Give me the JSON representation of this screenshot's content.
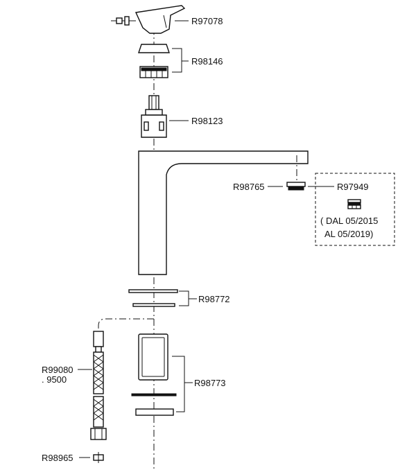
{
  "parts": {
    "handle": "R97078",
    "cap_set": "R98146",
    "cartridge": "R98123",
    "aerator_left": "R98765",
    "aerator_right": "R97949",
    "aerator_note_line1": "( DAL 05/2015",
    "aerator_note_line2": "AL 05/2019)",
    "gasket_set": "R98772",
    "hose_code_1": "R99080",
    "hose_code_2": ". 9500",
    "fixing_kit": "R98773",
    "hose_end": "R98965"
  }
}
